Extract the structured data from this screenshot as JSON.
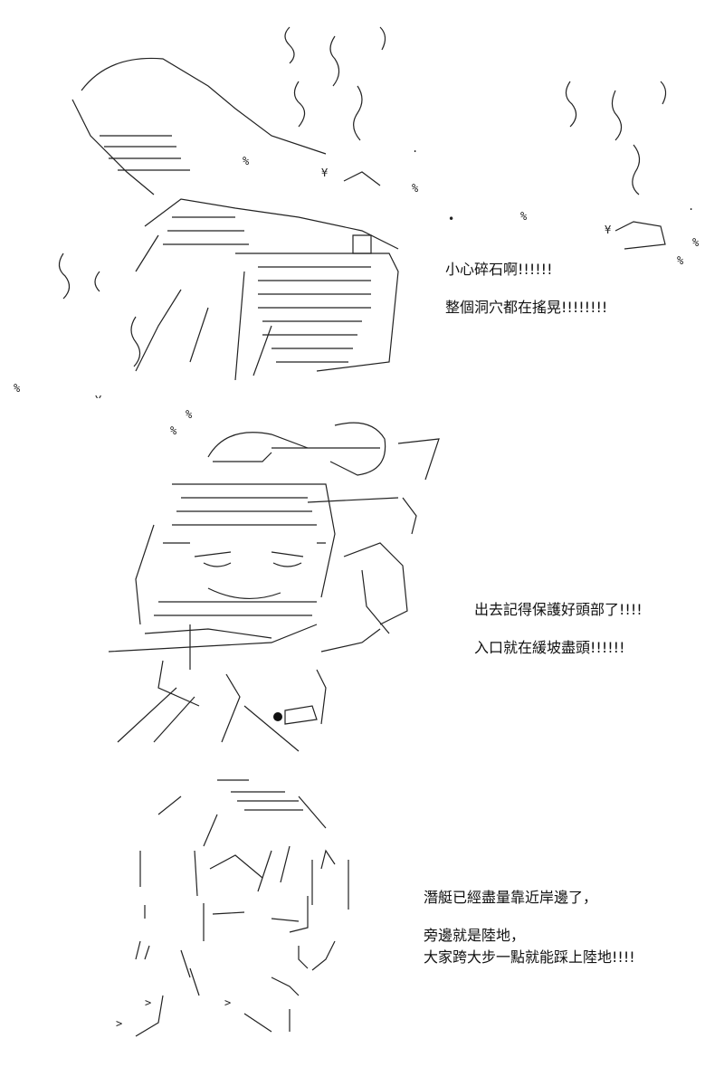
{
  "panels": [
    {
      "caption": {
        "line1": "小心碎石啊!!!!!!",
        "line2": "整個洞穴都在搖晃!!!!!!!!"
      }
    },
    {
      "caption": {
        "line1": "出去記得保護好頭部了!!!!",
        "line2": "入口就在緩坡盡頭!!!!!!"
      }
    },
    {
      "caption": {
        "line1": "潛艇已經盡量靠近岸邊了，",
        "line2": "旁邊就是陸地，",
        "line3": "大家跨大步一點就能踩上陸地!!!!"
      }
    }
  ]
}
